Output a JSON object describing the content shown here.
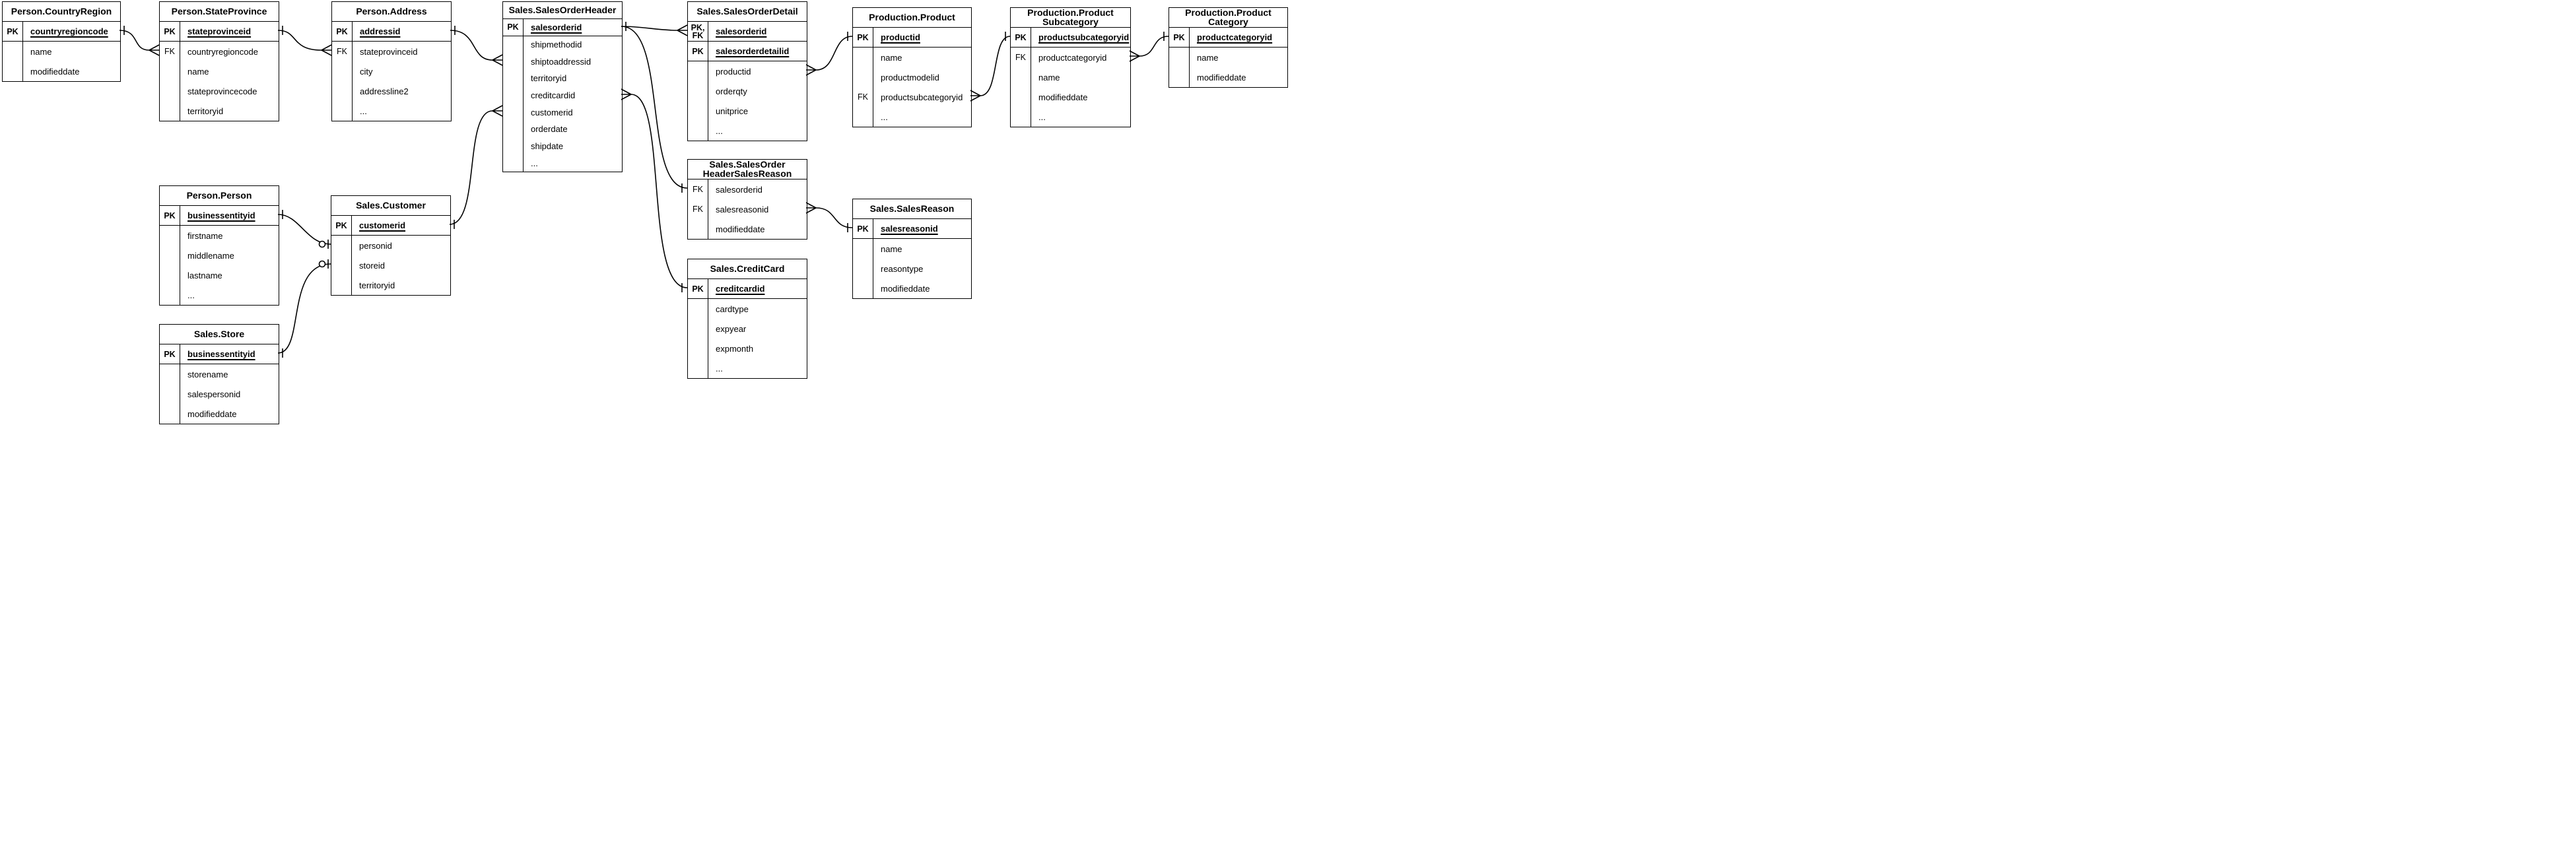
{
  "diagram": {
    "type": "entity-relationship-diagram",
    "line_color": "#000000",
    "background_color": "#ffffff",
    "notation": "crows-foot"
  },
  "tables": [
    {
      "id": "person-countryregion",
      "title": "Person.CountryRegion",
      "rows": [
        {
          "key": "PK",
          "name": "countryregioncode",
          "pk": true,
          "sep": true
        },
        {
          "key": "",
          "name": "name"
        },
        {
          "key": "",
          "name": "modifieddate"
        }
      ]
    },
    {
      "id": "person-stateprovince",
      "title": "Person.StateProvince",
      "rows": [
        {
          "key": "PK",
          "name": "stateprovinceid",
          "pk": true,
          "sep": true
        },
        {
          "key": "FK",
          "name": "countryregioncode"
        },
        {
          "key": "",
          "name": "name"
        },
        {
          "key": "",
          "name": "stateprovincecode"
        },
        {
          "key": "",
          "name": "territoryid"
        }
      ]
    },
    {
      "id": "person-address",
      "title": "Person.Address",
      "rows": [
        {
          "key": "PK",
          "name": "addressid",
          "pk": true,
          "sep": true
        },
        {
          "key": "FK",
          "name": "stateprovinceid"
        },
        {
          "key": "",
          "name": "city"
        },
        {
          "key": "",
          "name": "addressline2"
        },
        {
          "key": "",
          "name": "..."
        }
      ]
    },
    {
      "id": "sales-salesorderheader",
      "title": "Sales.SalesOrderHeader",
      "rows": [
        {
          "key": "PK",
          "name": "salesorderid",
          "pk": true,
          "sep": true
        },
        {
          "key": "",
          "name": "shipmethodid"
        },
        {
          "key": "",
          "name": "shiptoaddressid"
        },
        {
          "key": "",
          "name": "territoryid"
        },
        {
          "key": "",
          "name": "creditcardid"
        },
        {
          "key": "",
          "name": "customerid"
        },
        {
          "key": "",
          "name": "orderdate"
        },
        {
          "key": "",
          "name": "shipdate"
        },
        {
          "key": "",
          "name": "..."
        }
      ]
    },
    {
      "id": "sales-salesorderdetail",
      "title": "Sales.SalesOrderDetail",
      "rows": [
        {
          "key": "PK,\nFK",
          "name": "salesorderid",
          "pk": true,
          "sep": true
        },
        {
          "key": "PK",
          "name": "salesorderdetailid",
          "pk": true,
          "sep": true
        },
        {
          "key": "",
          "name": "productid"
        },
        {
          "key": "",
          "name": "orderqty"
        },
        {
          "key": "",
          "name": "unitprice"
        },
        {
          "key": "",
          "name": "..."
        }
      ]
    },
    {
      "id": "production-product",
      "title": "Production.Product",
      "rows": [
        {
          "key": "PK",
          "name": "productid",
          "pk": true,
          "sep": true
        },
        {
          "key": "",
          "name": "name"
        },
        {
          "key": "",
          "name": "productmodelid"
        },
        {
          "key": "FK",
          "name": "productsubcategoryid"
        },
        {
          "key": "",
          "name": "..."
        }
      ]
    },
    {
      "id": "production-productsubcategory",
      "title": "Production.Product\nSubcategory",
      "rows": [
        {
          "key": "PK",
          "name": "productsubcategoryid",
          "pk": true,
          "sep": true
        },
        {
          "key": "FK",
          "name": "productcategoryid"
        },
        {
          "key": "",
          "name": "name"
        },
        {
          "key": "",
          "name": "modifieddate"
        },
        {
          "key": "",
          "name": "..."
        }
      ]
    },
    {
      "id": "production-productcategory",
      "title": "Production.Product\nCategory",
      "rows": [
        {
          "key": "PK",
          "name": "productcategoryid",
          "pk": true,
          "sep": true
        },
        {
          "key": "",
          "name": "name"
        },
        {
          "key": "",
          "name": "modifieddate"
        }
      ]
    },
    {
      "id": "person-person",
      "title": "Person.Person",
      "rows": [
        {
          "key": "PK",
          "name": "businessentityid",
          "pk": true,
          "sep": true
        },
        {
          "key": "",
          "name": "firstname"
        },
        {
          "key": "",
          "name": "middlename"
        },
        {
          "key": "",
          "name": "lastname"
        },
        {
          "key": "",
          "name": "..."
        }
      ]
    },
    {
      "id": "sales-customer",
      "title": "Sales.Customer",
      "rows": [
        {
          "key": "PK",
          "name": "customerid",
          "pk": true,
          "sep": true
        },
        {
          "key": "",
          "name": "personid"
        },
        {
          "key": "",
          "name": "storeid"
        },
        {
          "key": "",
          "name": "territoryid"
        }
      ]
    },
    {
      "id": "sales-store",
      "title": "Sales.Store",
      "rows": [
        {
          "key": "PK",
          "name": "businessentityid",
          "pk": true,
          "sep": true
        },
        {
          "key": "",
          "name": "storename"
        },
        {
          "key": "",
          "name": "salespersonid"
        },
        {
          "key": "",
          "name": "modifieddate"
        }
      ]
    },
    {
      "id": "sales-salesorderheadersalesreason",
      "title": "Sales.SalesOrder\nHeaderSalesReason",
      "rows": [
        {
          "key": "FK",
          "name": "salesorderid"
        },
        {
          "key": "FK",
          "name": "salesreasonid"
        },
        {
          "key": "",
          "name": "modifieddate"
        }
      ]
    },
    {
      "id": "sales-salesreason",
      "title": "Sales.SalesReason",
      "rows": [
        {
          "key": "PK",
          "name": "salesreasonid",
          "pk": true,
          "sep": true
        },
        {
          "key": "",
          "name": "name"
        },
        {
          "key": "",
          "name": "reasontype"
        },
        {
          "key": "",
          "name": "modifieddate"
        }
      ]
    },
    {
      "id": "sales-creditcard",
      "title": "Sales.CreditCard",
      "rows": [
        {
          "key": "PK",
          "name": "creditcardid",
          "pk": true,
          "sep": true
        },
        {
          "key": "",
          "name": "cardtype"
        },
        {
          "key": "",
          "name": "expyear"
        },
        {
          "key": "",
          "name": "expmonth"
        },
        {
          "key": "",
          "name": "..."
        }
      ]
    }
  ],
  "relationships": [
    {
      "from": "Person.CountryRegion.countryregioncode",
      "to": "Person.StateProvince.countryregioncode",
      "from_card": "one",
      "to_card": "many"
    },
    {
      "from": "Person.StateProvince.stateprovinceid",
      "to": "Person.Address.stateprovinceid",
      "from_card": "one",
      "to_card": "many"
    },
    {
      "from": "Person.Address.addressid",
      "to": "Sales.SalesOrderHeader.shiptoaddressid",
      "from_card": "one",
      "to_card": "many"
    },
    {
      "from": "Sales.Customer.customerid",
      "to": "Sales.SalesOrderHeader.customerid",
      "from_card": "one",
      "to_card": "many"
    },
    {
      "from": "Sales.SalesOrderHeader.salesorderid",
      "to": "Sales.SalesOrderDetail.salesorderid",
      "from_card": "one",
      "to_card": "many"
    },
    {
      "from": "Sales.SalesOrderHeader.salesorderid",
      "to": "Sales.SalesOrderHeaderSalesReason.salesorderid",
      "from_card": "one",
      "to_card": "one"
    },
    {
      "from": "Sales.CreditCard.creditcardid",
      "to": "Sales.SalesOrderHeader.creditcardid",
      "from_card": "one",
      "to_card": "many"
    },
    {
      "from": "Production.Product.productid",
      "to": "Sales.SalesOrderDetail.productid",
      "from_card": "one",
      "to_card": "many"
    },
    {
      "from": "Production.ProductSubcategory.productsubcategoryid",
      "to": "Production.Product.productsubcategoryid",
      "from_card": "one",
      "to_card": "many"
    },
    {
      "from": "Production.ProductCategory.productcategoryid",
      "to": "Production.ProductSubcategory.productcategoryid",
      "from_card": "one",
      "to_card": "many"
    },
    {
      "from": "Sales.SalesReason.salesreasonid",
      "to": "Sales.SalesOrderHeaderSalesReason.salesreasonid",
      "from_card": "one",
      "to_card": "many"
    },
    {
      "from": "Person.Person.businessentityid",
      "to": "Sales.Customer.personid",
      "from_card": "one",
      "to_card": "zero-or-one"
    },
    {
      "from": "Sales.Store.businessentityid",
      "to": "Sales.Customer.storeid",
      "from_card": "one",
      "to_card": "zero-or-one"
    }
  ]
}
